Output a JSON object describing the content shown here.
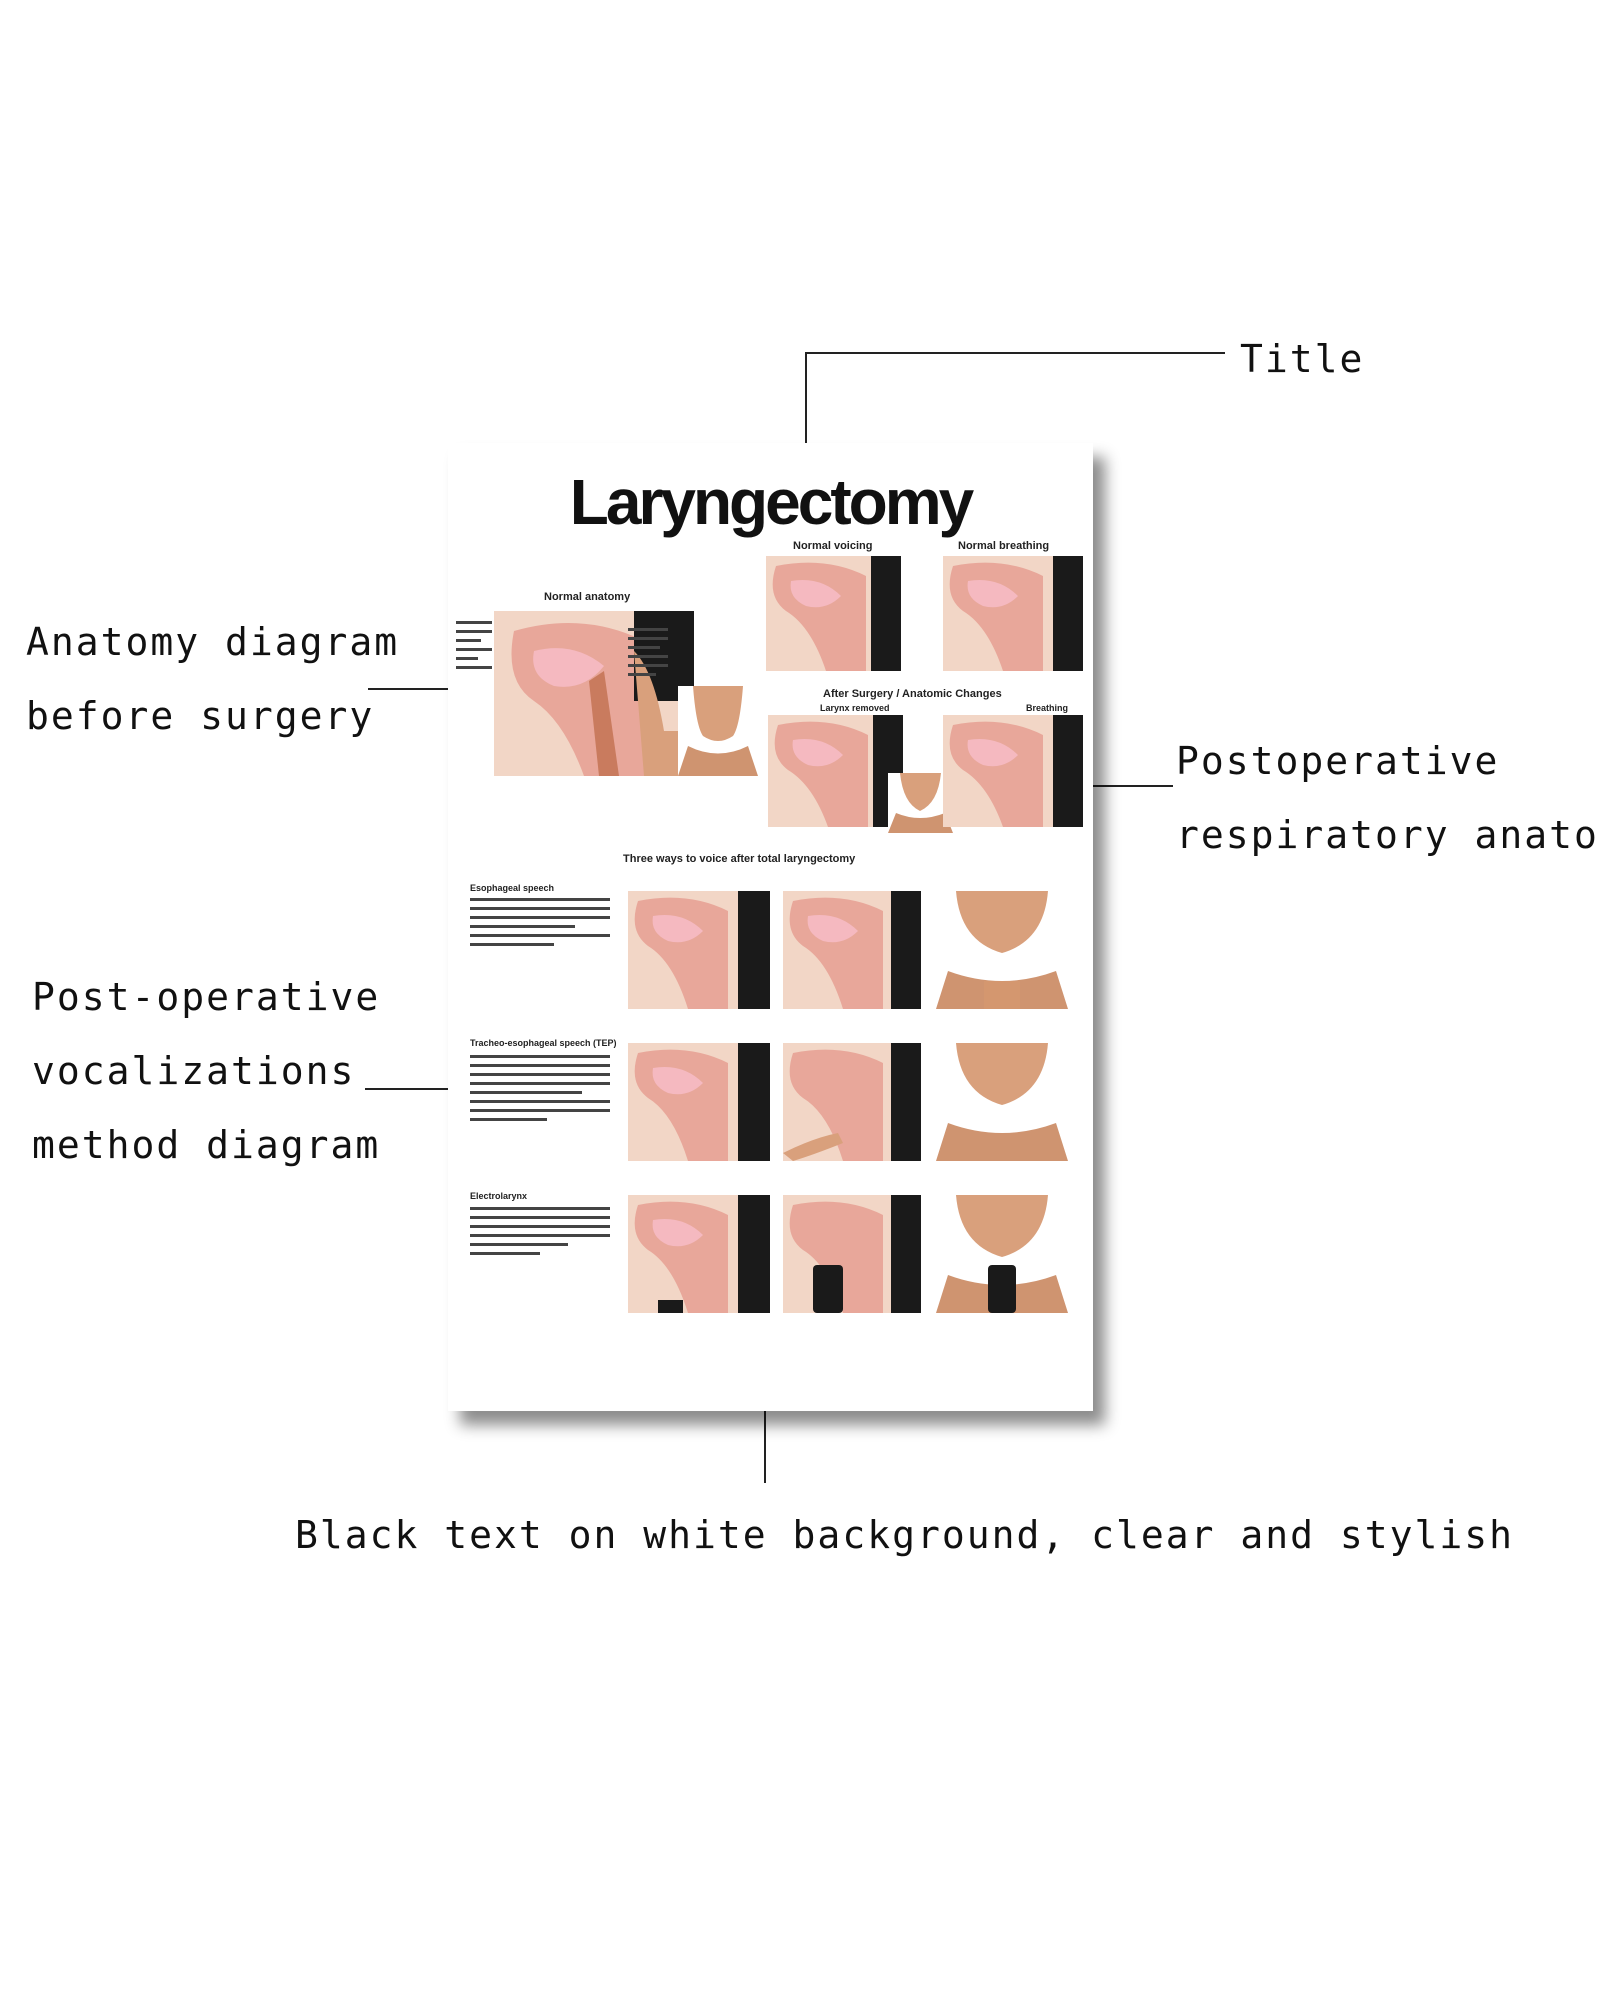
{
  "callouts": {
    "title": "Title",
    "anatomy": [
      "Anatomy diagram",
      "before surgery"
    ],
    "postop_resp": [
      "Postoperative",
      "respiratory anatomy"
    ],
    "postop_voc": [
      "Post-operative",
      "vocalizations",
      "method diagram"
    ],
    "black_text": "Black text on white background, clear and stylish"
  },
  "poster": {
    "title": "Laryngectomy",
    "normal_anatomy": "Normal anatomy",
    "normal_voicing": "Normal voicing",
    "normal_breathing": "Normal breathing",
    "after_surgery": "After Surgery / Anatomic Changes",
    "larynx_removed": "Larynx removed",
    "breathing": "Breathing",
    "three_ways": "Three ways to voice after total laryngectomy",
    "method1": "Esophageal speech",
    "method2": "Tracheo-esophageal speech (TEP)",
    "method3": "Electrolarynx"
  },
  "colors": {
    "text": "#111111",
    "tissue": "#e8a79a",
    "skin": "#d9a07c",
    "dark": "#1a1a1a"
  }
}
